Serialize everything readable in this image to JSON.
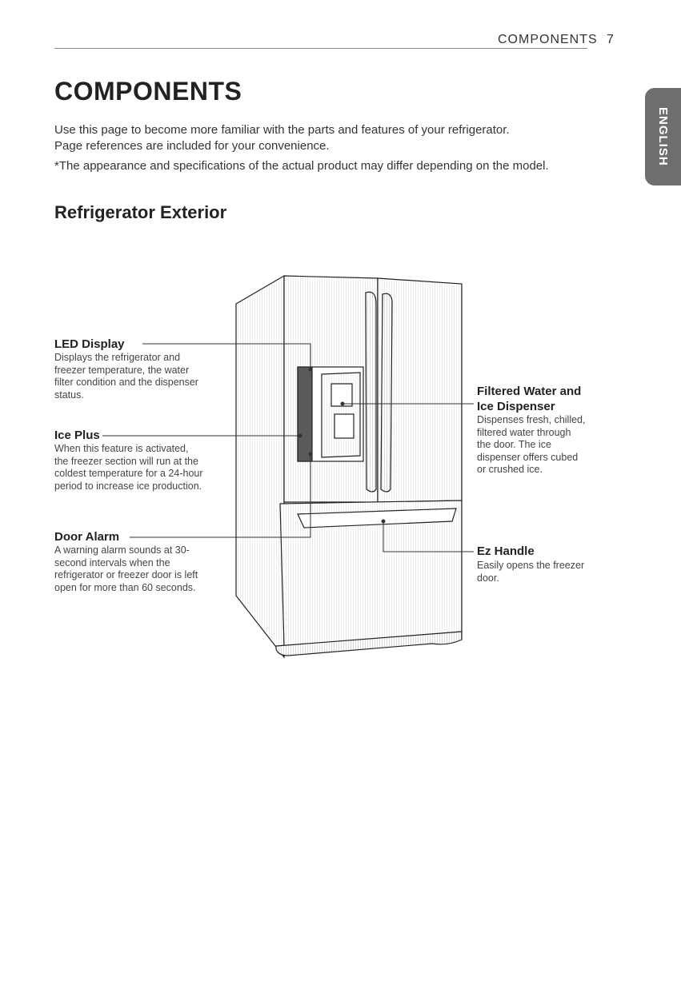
{
  "header": {
    "section": "COMPONENTS",
    "page_number": "7"
  },
  "title": "COMPONENTS",
  "intro": {
    "line1": "Use this page to become more familiar with the parts and features of your refrigerator.",
    "line2": "Page references are included for your convenience.",
    "note": "*The appearance and specifications of the actual product may differ depending on the model."
  },
  "language_tab": "ENGLISH",
  "section_title": "Refrigerator Exterior",
  "callouts": {
    "led_display": {
      "title": "LED Display",
      "desc": [
        "Displays the refrigerator and",
        "freezer temperature, the water",
        "filter condition and the dispenser",
        "status."
      ]
    },
    "ice_plus": {
      "title": "Ice Plus",
      "desc": [
        "When this feature is activated,",
        "the freezer section will run at the",
        "coldest temperature for a 24-hour",
        "period to increase ice production."
      ]
    },
    "door_alarm": {
      "title": "Door Alarm",
      "desc": [
        "A warning alarm sounds at 30-",
        "second intervals when the",
        "refrigerator or freezer door is left",
        "open for more than 60 seconds."
      ]
    },
    "water_ice_dispenser": {
      "title": [
        "Filtered Water and",
        "Ice Dispenser"
      ],
      "desc": [
        "Dispenses fresh, chilled,",
        "filtered water through",
        "the door. The ice",
        "dispenser offers cubed",
        "or crushed ice."
      ]
    },
    "ez_handle": {
      "title": "Ez Handle",
      "desc": [
        "Easily opens the freezer",
        "door."
      ]
    }
  },
  "colors": {
    "tab": "#6e6e6e",
    "text": "#222222",
    "leader": "#333333"
  }
}
